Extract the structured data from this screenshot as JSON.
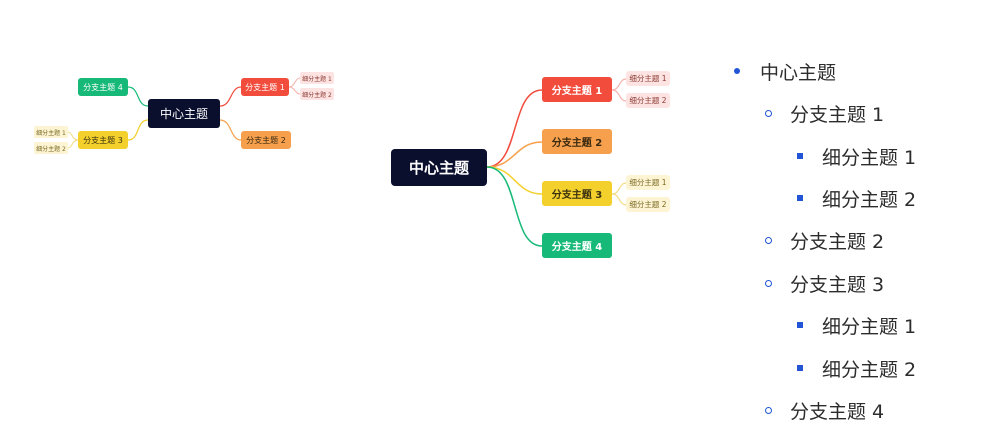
{
  "colors": {
    "center": "#0b0f2e",
    "branch1": "#f24c3d",
    "branch2": "#f6a04d",
    "branch3": "#f4d02c",
    "branch4": "#17b978",
    "leaf_red": "#fde3e1",
    "leaf_yellow": "#fdf4d3",
    "bullet": "#2155d6"
  },
  "mindmap": {
    "center": "中心主题",
    "branches": [
      {
        "label": "分支主题 1",
        "children": [
          "细分主题 1",
          "细分主题 2"
        ]
      },
      {
        "label": "分支主题 2",
        "children": []
      },
      {
        "label": "分支主题 3",
        "children": [
          "细分主题 1",
          "细分主题 2"
        ]
      },
      {
        "label": "分支主题 4",
        "children": []
      }
    ]
  },
  "outline": {
    "items": [
      {
        "level": 1,
        "text": "中心主题"
      },
      {
        "level": 2,
        "text": "分支主题 1"
      },
      {
        "level": 3,
        "text": "细分主题 1"
      },
      {
        "level": 3,
        "text": "细分主题 2"
      },
      {
        "level": 2,
        "text": "分支主题 2"
      },
      {
        "level": 2,
        "text": "分支主题 3"
      },
      {
        "level": 3,
        "text": "细分主题 1"
      },
      {
        "level": 3,
        "text": "细分主题 2"
      },
      {
        "level": 2,
        "text": "分支主题 4"
      }
    ]
  }
}
